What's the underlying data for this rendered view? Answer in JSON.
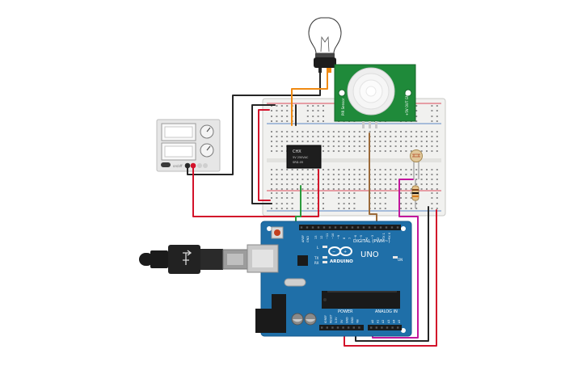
{
  "colors": {
    "board_blue": "#1f6fa8",
    "board_dark": "#155a8c",
    "pir_green": "#1f8a3a",
    "wire_red": "#d3122a",
    "wire_black": "#262626",
    "wire_orange": "#f08a12",
    "wire_green": "#2c9a3c",
    "wire_brown": "#9c6b3a",
    "wire_magenta": "#c2179c",
    "breadboard": "#f1f1ef"
  },
  "icons": [
    "light-bulb-icon",
    "arduino-logo-icon",
    "usb-cable-icon"
  ],
  "arduino": {
    "brand": "ARDUINO",
    "model": "UNO",
    "digital_header": "DIGITAL (PWM~)",
    "power_header": "POWER",
    "analog_header": "ANALOG IN",
    "led_l": "L",
    "led_tx": "TX",
    "led_rx": "RX",
    "led_on": "ON",
    "aref": "AREF",
    "gnd": "GND",
    "digital_pins": [
      "13",
      "12",
      "~11",
      "~10",
      "~9",
      "8",
      "7",
      "~6",
      "~5",
      "4",
      "~3",
      "2",
      "TX 1",
      "RX 0"
    ],
    "power_pins": [
      "IOREF",
      "RESET",
      "3.3V",
      "5V",
      "GND",
      "GND",
      "Vin"
    ],
    "analog_pins": [
      "A0",
      "A1",
      "A2",
      "A3",
      "A4",
      "A5"
    ]
  },
  "relay": {
    "line1": "CHX",
    "line2": "5V 250VAC",
    "line3": "SRD-05"
  },
  "pir": {
    "left_text": "PIR Sensor",
    "right_text": "+5V OUT GND"
  },
  "power_supply": {
    "button_text": "on/off"
  }
}
